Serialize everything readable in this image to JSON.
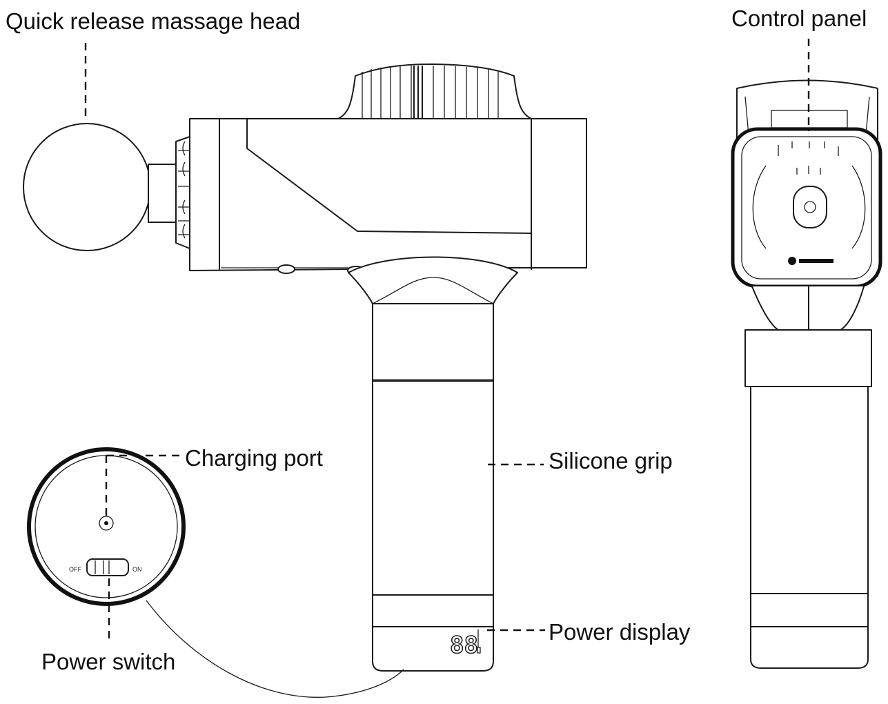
{
  "labels": {
    "massage_head": "Quick release massage head",
    "control_panel": "Control panel",
    "charging_port": "Charging port",
    "silicone_grip": "Silicone grip",
    "power_display": "Power display",
    "power_switch": "Power switch"
  },
  "switch": {
    "off": "OFF",
    "on": "ON"
  },
  "display": {
    "digits": "88"
  }
}
